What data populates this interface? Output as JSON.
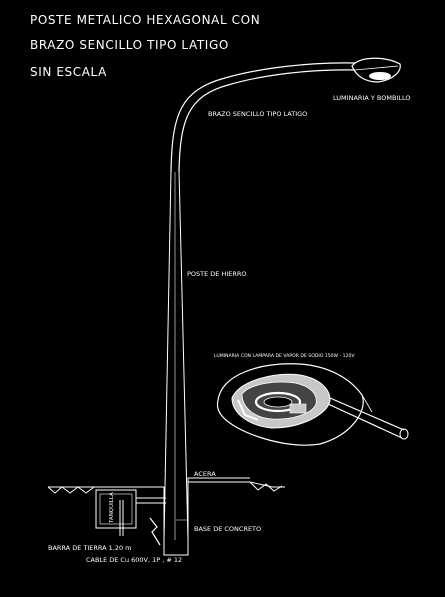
{
  "title": {
    "line1": "POSTE METALICO HEXAGONAL CON",
    "line2": "BRAZO SENCILLO TIPO LATIGO",
    "scale": "SIN ESCALA"
  },
  "labels": {
    "luminaria": "LUMINARIA Y BOMBILLO",
    "brazo": "BRAZO SENCILLO TIPO LATIGO",
    "poste": "POSTE DE HIERRO",
    "detalle": "LUMINARIA CON LAMPARA DE VAPOR DE SODIO 150W - 120V",
    "acera": "ACERA",
    "tanquilla": "TANQUILLA",
    "base": "BASE DE CONCRETO",
    "barra": "BARRA DE TIERRA 1.20 m",
    "cable": "CABLE DE Cu 600V, 1P , # 12"
  },
  "colors": {
    "background": "#000000",
    "lines": "#ffffff",
    "detail_fill": "#c8c8c8",
    "detail_dark": "#444444"
  }
}
